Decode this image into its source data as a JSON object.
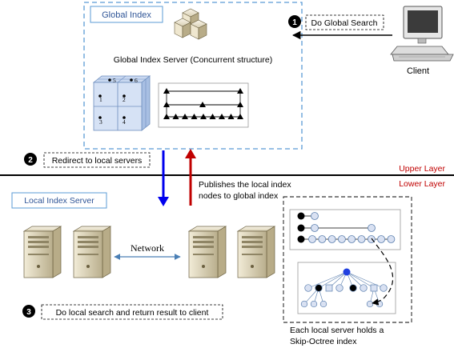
{
  "global_index": {
    "title": "Global Index",
    "server_label": "Global Index Server (Concurrent structure)",
    "cube_numbers": [
      "5",
      "6",
      "1",
      "2",
      "3",
      "4"
    ]
  },
  "client": {
    "label": "Client",
    "step_number": "1",
    "step_label": "Do Global Search"
  },
  "redirect": {
    "step_number": "2",
    "step_label": "Redirect to local servers"
  },
  "publish": {
    "line1": "Publishes the local index",
    "line2": "nodes to global index"
  },
  "layers": {
    "upper": "Upper Layer",
    "lower": "Lower Layer"
  },
  "local_index": {
    "title": "Local Index Server",
    "network_label": "Network",
    "step_number": "3",
    "step_label": "Do local search and return result to client"
  },
  "skip_octree": {
    "caption_line1": "Each local server holds a",
    "caption_line2": "Skip-Octree index"
  },
  "colors": {
    "dashed_box_blue": "#5b9bd5",
    "title_blue": "#2f5597",
    "arrow_blue": "#0000ee",
    "arrow_red": "#c00000",
    "layer_text_red": "#c00000",
    "node_fill": "#d9e1f2"
  },
  "icons": [
    "server-stack-icon",
    "desktop-computer-icon",
    "server-tower-icon",
    "octree-cube-icon",
    "skip-list-icon",
    "octree-tree-icon"
  ]
}
